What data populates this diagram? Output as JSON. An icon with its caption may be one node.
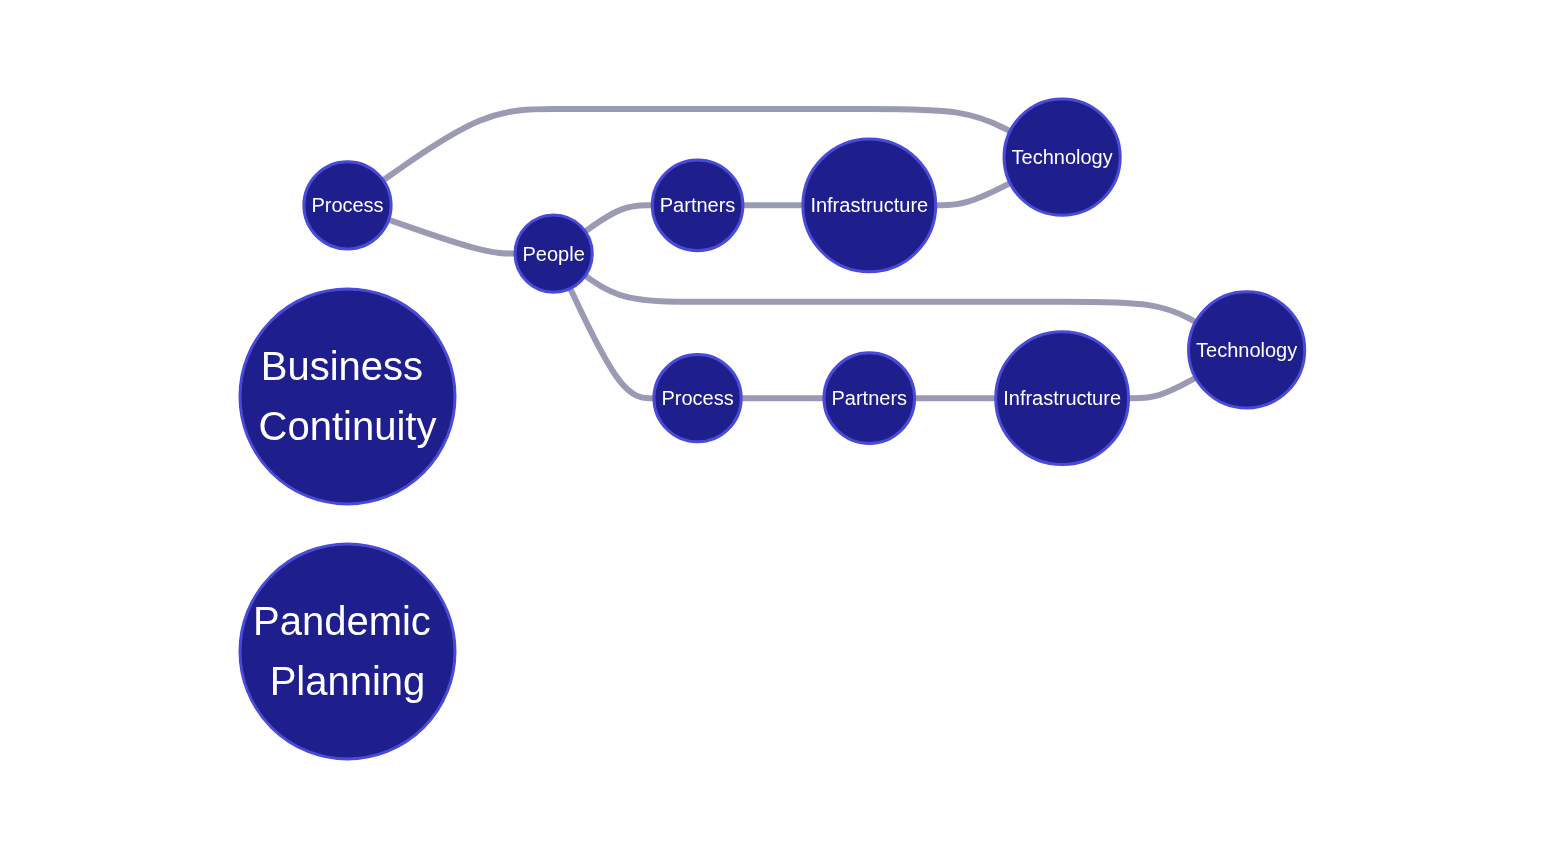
{
  "diagram": {
    "nodes": [
      {
        "text": [
          "Process"
        ]
      },
      {
        "text": [
          "Process"
        ]
      },
      {
        "text": [
          "Technology"
        ]
      },
      {
        "text": [
          "People"
        ]
      },
      {
        "text": [
          "Partners"
        ]
      },
      {
        "text": [
          "Business Continuity"
        ]
      },
      {
        "text": [
          "Pandemic Planning"
        ]
      },
      {
        "text": [
          "Infrastructure"
        ]
      },
      {
        "text": [
          "Partners"
        ]
      },
      {
        "text": [
          "Technology"
        ]
      },
      {
        "text": [
          "Infrastructure"
        ]
      }
    ],
    "edges": [
      {
        "from": 0,
        "to": 3,
        "arrow": "none"
      },
      {
        "from": 3,
        "to": 8,
        "arrow": "none"
      },
      {
        "from": 8,
        "to": 7,
        "arrow": "none"
      },
      {
        "from": 7,
        "to": 2,
        "arrow": "none"
      },
      {
        "from": 2,
        "to": 0,
        "arrow": "none"
      },
      {
        "from": 1,
        "to": 4,
        "arrow": "none"
      },
      {
        "from": 4,
        "to": 10,
        "arrow": "none"
      },
      {
        "from": 10,
        "to": 9,
        "arrow": "none"
      },
      {
        "from": 9,
        "to": 3,
        "arrow": "none"
      },
      {
        "from": 3,
        "to": 1,
        "arrow": "none"
      }
    ]
  }
}
